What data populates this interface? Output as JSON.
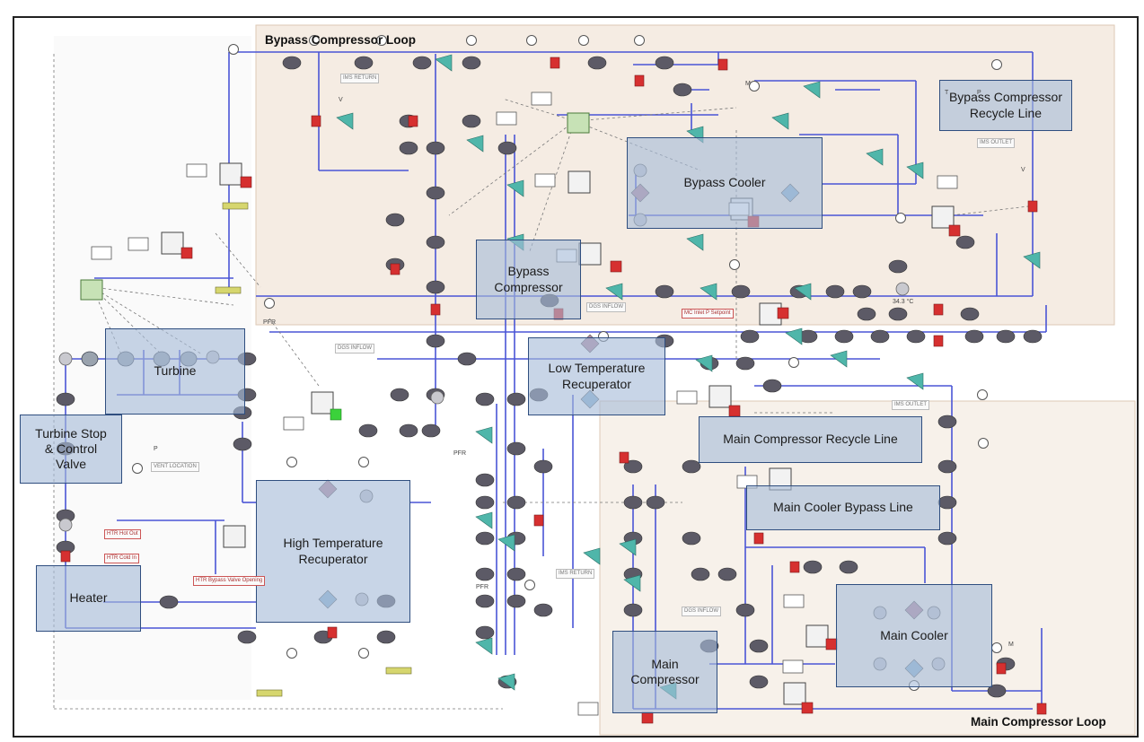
{
  "zones": {
    "bypass_loop": "Bypass Compressor Loop",
    "main_loop": "Main Compressor Loop"
  },
  "components": {
    "bypass_recycle": [
      "Bypass Compressor",
      "Recycle Line"
    ],
    "bypass_cooler": "Bypass Cooler",
    "bypass_compressor": [
      "Bypass",
      "Compressor"
    ],
    "turbine": "Turbine",
    "turbine_valve": [
      "Turbine Stop",
      "& Control",
      "Valve"
    ],
    "ltr": [
      "Low Temperature",
      "Recuperator"
    ],
    "main_recycle": "Main Compressor Recycle Line",
    "main_cooler_bypass": "Main Cooler Bypass Line",
    "htr": [
      "High Temperature",
      "Recuperator"
    ],
    "heater": "Heater",
    "main_compressor": [
      "Main",
      "Compressor"
    ],
    "main_cooler": "Main Cooler"
  },
  "tags": {
    "ims_return_top": "IMS RETURN",
    "ims_outlet_top": "IMS OUTLET",
    "dgs_inflow_top": "DGS INFLOW",
    "mc_inlet_setpoint": "MC Inlet P Setpoint",
    "dgs_inflow_mid": "DGS INFLOW",
    "ims_outlet_mid": "IMS OUTLET",
    "vent_location": "VENT LOCATION",
    "htr_hot_out": "HTR Hot Out",
    "htr_cold_in": "HTR Cold In",
    "htr_bypass_valve": "HTR Bypass Valve Opening",
    "ims_return_bottom": "IMS RETURN",
    "dgs_inflow_bottom": "DGS INFLOW"
  },
  "small_labels": {
    "temperature": "34.3 °C",
    "pfr_1": "PFR",
    "pfr_2": "PFR",
    "pfr_3": "PFR",
    "t1": "T",
    "p1": "P",
    "m1": "M",
    "v1": "V",
    "v2": "V",
    "p2": "P",
    "m2": "M"
  },
  "colors": {
    "pipe": "#4a55d6",
    "box_fill": "#a6bcd8",
    "box_border": "#2f4e7f",
    "bypass_zone": "#f5ece3",
    "main_zone": "#f7f1ea",
    "red_valve": "#d63030",
    "green_status": "#3bd23b"
  }
}
